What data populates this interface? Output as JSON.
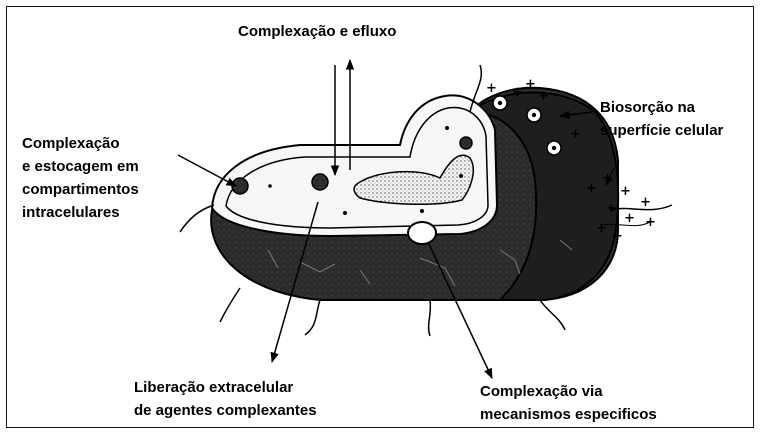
{
  "labels": {
    "complexation_efflux": "Complexação e efluxo",
    "intracellular": [
      "Complexação",
      "e estocagem em",
      "compartimentos",
      "intracelulares"
    ],
    "biosorption": [
      "Biosorção na",
      "superfície celular"
    ],
    "extracellular": [
      "Liberação extracelular",
      "de agentes complexantes"
    ],
    "specific": [
      "Complexação via",
      "mecanismos especificos"
    ]
  },
  "colors": {
    "cell_dark": "#2a2a2a",
    "cell_light": "#f2f2f2",
    "ink": "#000000"
  }
}
